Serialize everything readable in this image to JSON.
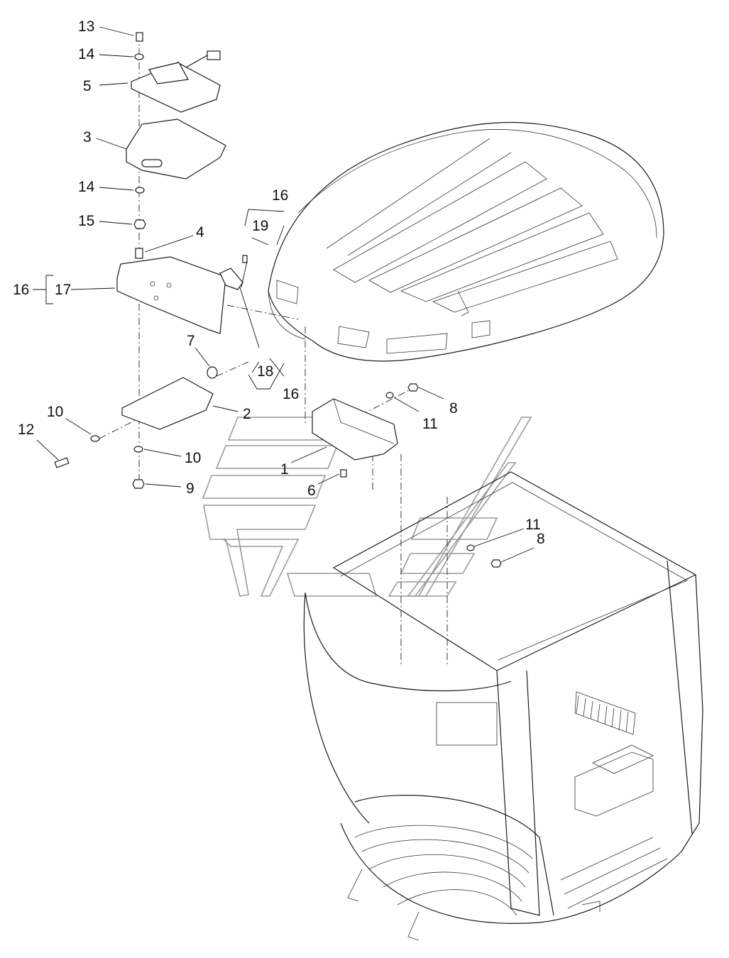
{
  "diagram": {
    "callouts": [
      {
        "id": "c13",
        "text": "13"
      },
      {
        "id": "c14a",
        "text": "14"
      },
      {
        "id": "c5",
        "text": "5"
      },
      {
        "id": "c3",
        "text": "3"
      },
      {
        "id": "c14b",
        "text": "14"
      },
      {
        "id": "c15",
        "text": "15"
      },
      {
        "id": "c16a",
        "text": "16"
      },
      {
        "id": "c19",
        "text": "19"
      },
      {
        "id": "c4",
        "text": "4"
      },
      {
        "id": "c16b",
        "text": "16"
      },
      {
        "id": "c17",
        "text": "17"
      },
      {
        "id": "c7",
        "text": "7"
      },
      {
        "id": "c18",
        "text": "18"
      },
      {
        "id": "c16c",
        "text": "16"
      },
      {
        "id": "c8a",
        "text": "8"
      },
      {
        "id": "c11a",
        "text": "11"
      },
      {
        "id": "c2",
        "text": "2"
      },
      {
        "id": "c10a",
        "text": "10"
      },
      {
        "id": "c12",
        "text": "12"
      },
      {
        "id": "c10b",
        "text": "10"
      },
      {
        "id": "c1",
        "text": "1"
      },
      {
        "id": "c6",
        "text": "6"
      },
      {
        "id": "c9",
        "text": "9"
      },
      {
        "id": "c11b",
        "text": "11"
      },
      {
        "id": "c8b",
        "text": "8"
      }
    ]
  }
}
